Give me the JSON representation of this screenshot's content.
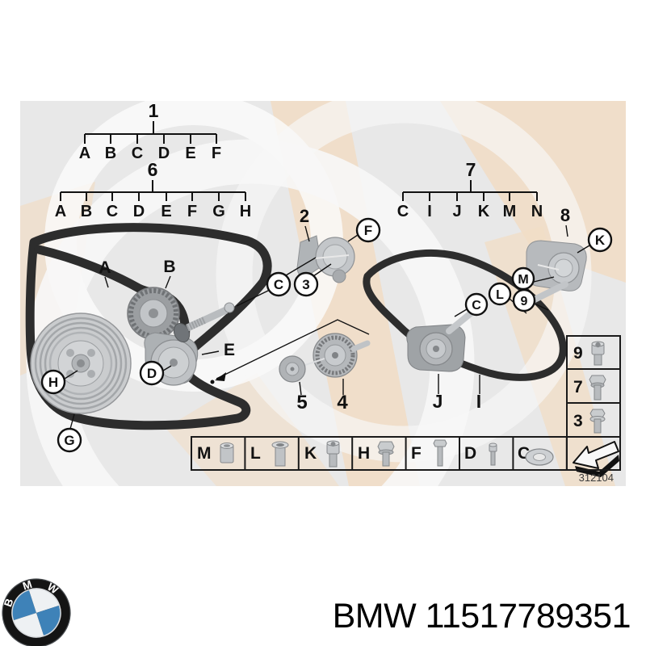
{
  "diagram": {
    "drawing_number": "312104",
    "trees": [
      {
        "root": "1",
        "children": [
          "A",
          "B",
          "C",
          "D",
          "E",
          "F"
        ]
      },
      {
        "root": "6",
        "children": [
          "A",
          "B",
          "C",
          "D",
          "E",
          "F",
          "G",
          "H"
        ]
      },
      {
        "root": "7",
        "children": [
          "C",
          "I",
          "J",
          "K",
          "M",
          "N"
        ]
      }
    ],
    "labels": {
      "two": "2",
      "eight": "8",
      "a": "A",
      "b": "B",
      "e": "E",
      "five": "5",
      "four": "4",
      "j": "J",
      "i": "I"
    },
    "callouts": {
      "f": "F",
      "c_left": "C",
      "three": "3",
      "k": "K",
      "m": "M",
      "l": "L",
      "nine": "9",
      "c_mid": "C",
      "d": "D",
      "h": "H",
      "g": "G"
    },
    "fastener_table": {
      "columns": [
        "M",
        "L",
        "K",
        "H",
        "F",
        "D",
        "C"
      ]
    },
    "bolt_table": {
      "rows": [
        "9",
        "7",
        "3"
      ]
    }
  },
  "footer": {
    "caption": "BMW 11517789351",
    "logo_letters": [
      "B",
      "M",
      "W"
    ]
  },
  "colors": {
    "panel_bg": "#e8e8e8",
    "watermark_beige": "#f1ddc6",
    "belt": "#2d2d2d",
    "bmw_blue": "#3e82b8"
  }
}
